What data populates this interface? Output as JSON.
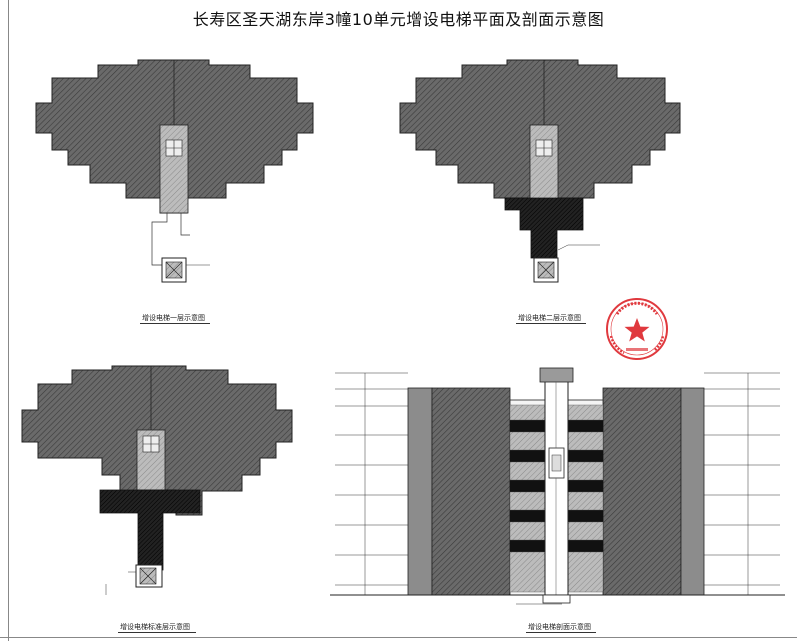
{
  "title": "长寿区圣天湖东岸3幢10单元增设电梯平面及剖面示意图",
  "captions": {
    "plan_first_floor": "增设电梯一层示意图",
    "plan_second_floor": "增设电梯二层示意图",
    "plan_standard_floor": "增设电梯标准层示意图",
    "section": "增设电梯剖面示意图"
  },
  "seal": {
    "name": "company-seal",
    "color": "#e0393e"
  },
  "colors": {
    "wall_fill": "#5c5c5c",
    "new_construction": "#1a1a1a",
    "line": "#222222",
    "seal": "#e0393e"
  }
}
